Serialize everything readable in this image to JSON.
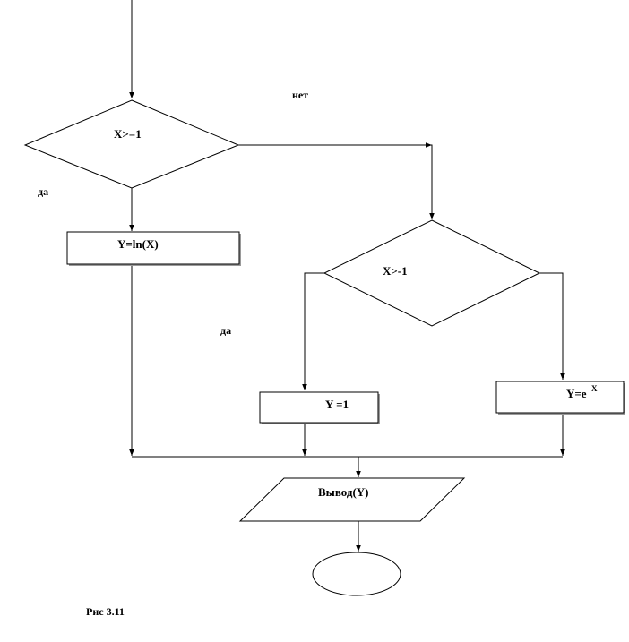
{
  "diagram": {
    "decision1": {
      "text": "X>=1"
    },
    "decision2": {
      "text": "X>-1"
    },
    "process_ln": {
      "text": "Y=ln(X)"
    },
    "process_one": {
      "text": "Y =1"
    },
    "process_exp": {
      "base": "Y=e",
      "exponent": "X"
    },
    "output": {
      "text": "Вывод(Y)"
    },
    "labels": {
      "no": "нет",
      "yes1": "да",
      "yes2": "да"
    },
    "caption": "Рис 3.11"
  }
}
